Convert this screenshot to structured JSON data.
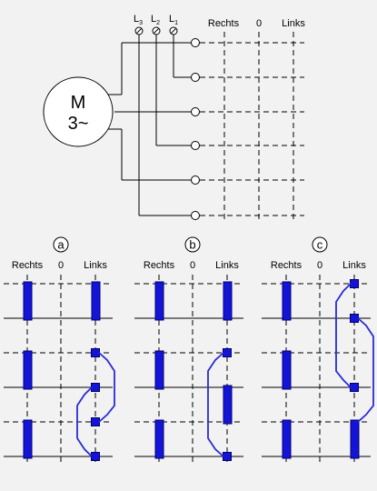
{
  "motor": {
    "letter": "M",
    "spec": "3~"
  },
  "lines": [
    {
      "letter": "L",
      "sub": "3"
    },
    {
      "letter": "L",
      "sub": "2"
    },
    {
      "letter": "L",
      "sub": "1"
    }
  ],
  "switch_positions": {
    "right": "Rechts",
    "zero": "0",
    "left": "Links"
  },
  "variants": [
    {
      "label": "a",
      "right": "Rechts",
      "zero": "0",
      "left": "Links"
    },
    {
      "label": "b",
      "right": "Rechts",
      "zero": "0",
      "left": "Links"
    },
    {
      "label": "c",
      "right": "Rechts",
      "zero": "0",
      "left": "Links"
    }
  ],
  "colors": {
    "background": "#f2f2f2",
    "line": "#000000",
    "contact_fill": "#1414d8",
    "contact_stroke": "#00006e",
    "bridge": "#2a2ad6"
  }
}
